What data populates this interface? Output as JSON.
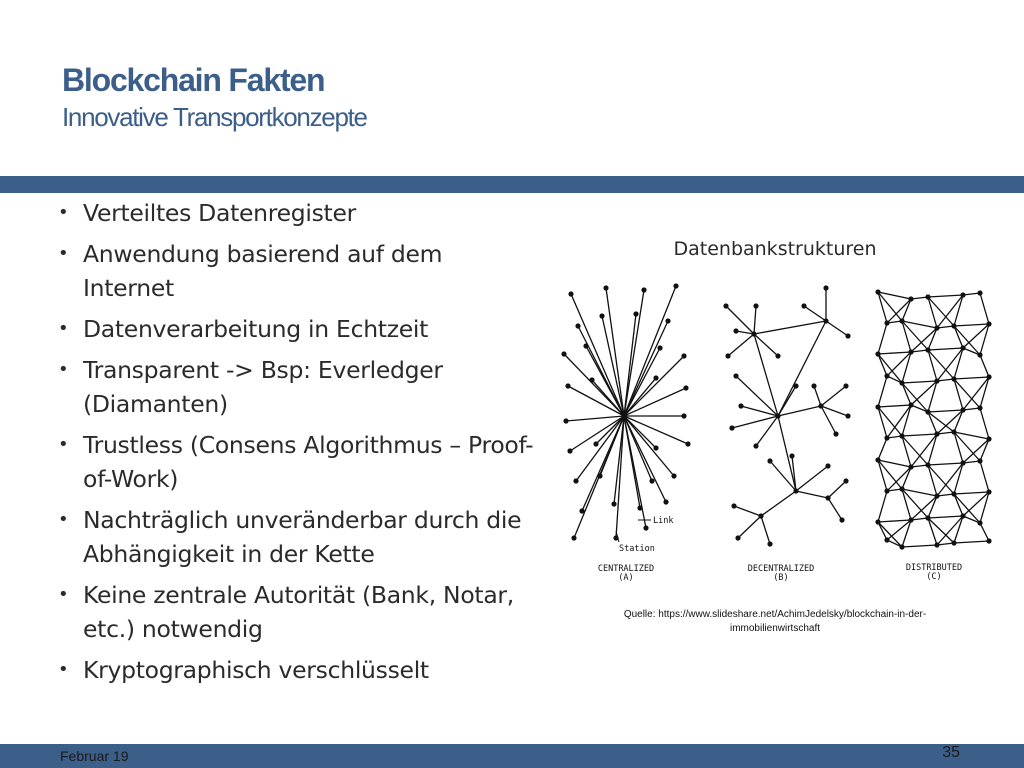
{
  "slide": {
    "title": "Blockchain Fakten",
    "subtitle": "Innovative Transportkonzepte",
    "bullets": [
      "Verteiltes Datenregister",
      "Anwendung basierend auf dem Internet",
      "Datenverarbeitung in Echtzeit",
      "Transparent -> Bsp: Everledger (Diamanten)",
      "Trustless (Consens Algorithmus – Proof-of-Work)",
      "Nachträglich unveränderbar durch die Abhängigkeit in der Kette",
      "Keine zentrale Autorität (Bank, Notar, etc.) notwendig",
      "Kryptographisch verschlüsselt"
    ],
    "bullet_glyph": "•"
  },
  "figure": {
    "title": "Datenbankstrukturen",
    "labels": {
      "link": "Link",
      "station": "Station",
      "centralized": "CENTRALIZED",
      "centralized_sub": "(A)",
      "decentralized": "DECENTRALIZED",
      "decentralized_sub": "(B)",
      "distributed": "DISTRIBUTED",
      "distributed_sub": "(C)"
    },
    "source_line1": "Quelle: https://www.slideshare.net/AchimJedelsky/blockchain-in-der-",
    "source_line2": "immobilienwirtschaft"
  },
  "footer": {
    "date": "Februar 19",
    "page": "35"
  },
  "colors": {
    "accent": "#3c5f8a",
    "text": "#2b2b2b"
  }
}
